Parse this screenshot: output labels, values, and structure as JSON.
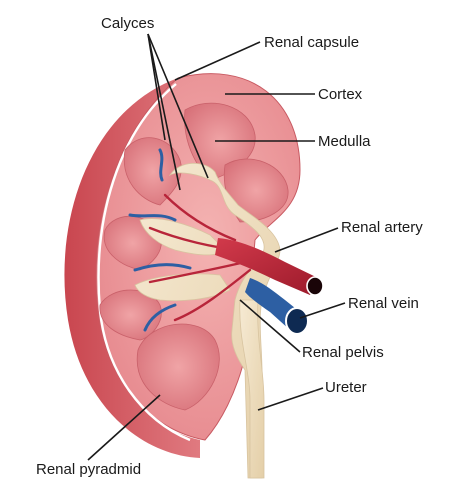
{
  "labels": {
    "calyces": "Calyces",
    "renal_capsule": "Renal capsule",
    "cortex": "Cortex",
    "medulla": "Medulla",
    "renal_artery": "Renal artery",
    "renal_vein": "Renal vein",
    "renal_pelvis": "Renal pelvis",
    "ureter": "Ureter",
    "renal_pyramid": "Renal pyradmid"
  },
  "colors": {
    "capsule": "#d9646c",
    "cortex": "#ee9ea0",
    "medulla": "#e58a8e",
    "pyramid": "#df7f84",
    "pelvis": "#f1e0c3",
    "artery": "#c1283a",
    "vein": "#2d5fa3",
    "leader": "#1a1a1a"
  }
}
